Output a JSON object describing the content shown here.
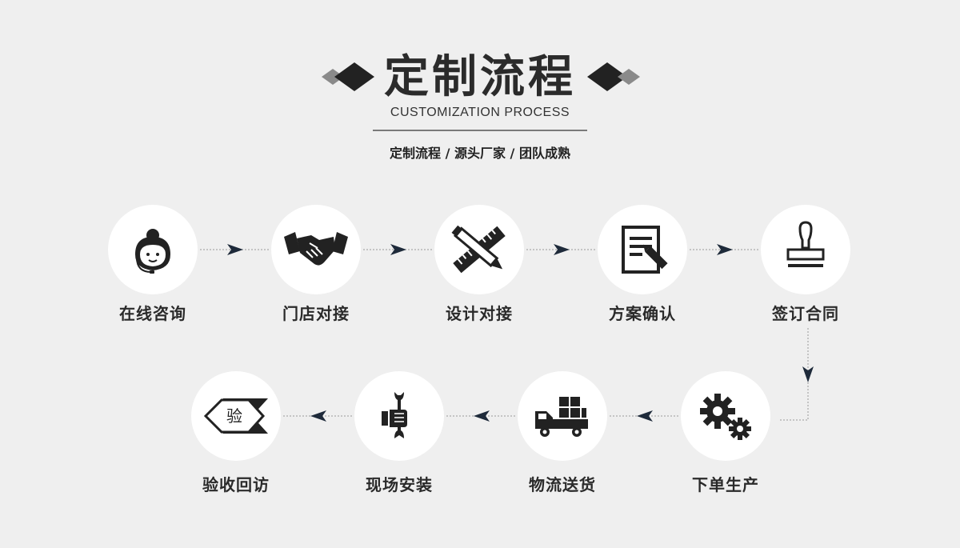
{
  "header": {
    "title": "定制流程",
    "subtitle": "CUSTOMIZATION PROCESS",
    "tagline": "定制流程 / 源头厂家 / 团队成熟"
  },
  "steps": [
    {
      "label": "在线咨询",
      "icon": "customer-service-icon"
    },
    {
      "label": "门店对接",
      "icon": "handshake-icon"
    },
    {
      "label": "设计对接",
      "icon": "ruler-pencil-icon"
    },
    {
      "label": "方案确认",
      "icon": "document-edit-icon"
    },
    {
      "label": "签订合同",
      "icon": "stamp-icon"
    },
    {
      "label": "下单生产",
      "icon": "gears-icon"
    },
    {
      "label": "物流送货",
      "icon": "delivery-truck-icon"
    },
    {
      "label": "现场安装",
      "icon": "wrench-hand-icon"
    },
    {
      "label": "验收回访",
      "icon": "inspection-badge-icon"
    }
  ],
  "badge_text": "验",
  "colors": {
    "background": "#efefef",
    "accent": "#1e2a3a",
    "text": "#2a2a2a"
  }
}
